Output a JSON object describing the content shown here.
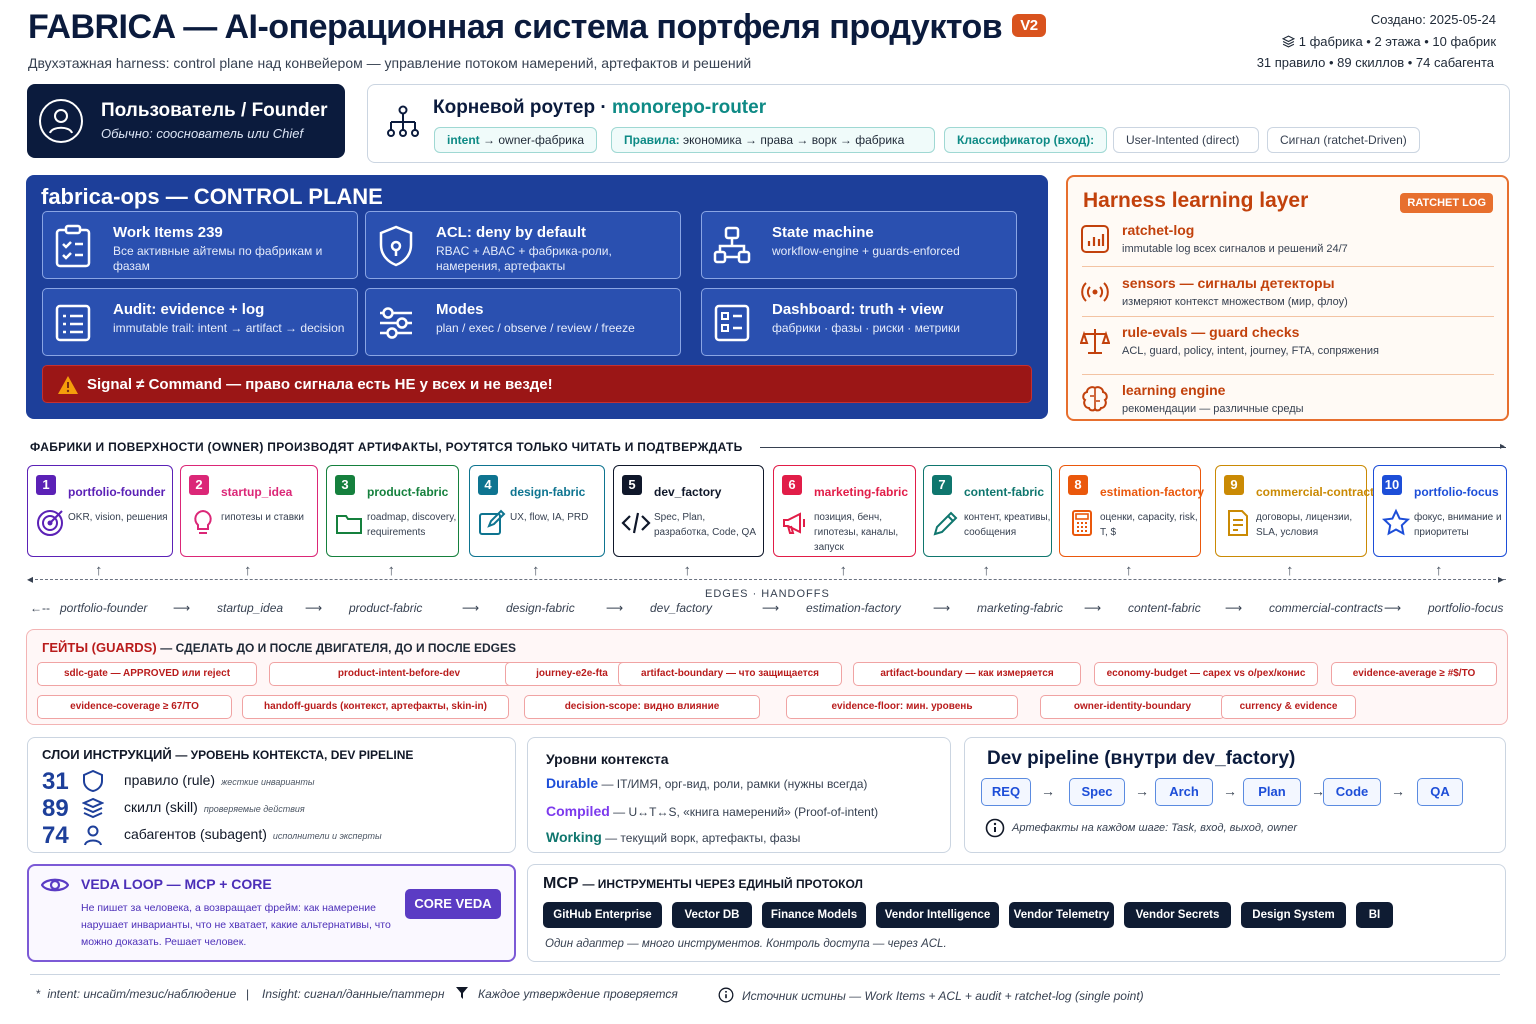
{
  "header": {
    "title": "FABRICA — AI-операционная система портфеля продуктов",
    "version": "V2",
    "subtitle": "Двухэтажная harness: control plane над конвейером — управление потоком намерений, артефактов и решений",
    "created": "Создано: 2025-05-24",
    "stats1": "1 фабрика  •  2 этажа  •  10 фабрик",
    "stats2": "31 правило  •  89 скиллов  •  74 сабагента"
  },
  "founder": {
    "title": "Пользователь / Founder",
    "subtitle": "Обычно: сооснователь или Chief"
  },
  "router": {
    "title": "Корневой роутер ·",
    "name": "monorepo-router",
    "pills": {
      "intent_key": "intent",
      "intent_val": "→ owner-фабрика",
      "rules_key": "Правила:",
      "rules_val": "экономика → права → ворк → фабрика",
      "classifier": "Классификатор (вход):",
      "user_intented": "User-Intented (direct)",
      "signal": "Сигнал (ratchet-Driven)"
    }
  },
  "control_plane": {
    "title": "fabrica-ops — CONTROL PLANE",
    "cards": [
      {
        "title": "Work Items 239",
        "desc": "Все активные айтемы по фабрикам и фазам",
        "icon": "clipboard-check-icon"
      },
      {
        "title": "ACL: deny by default",
        "desc": "RBAC + ABAC + фабрика-роли, намерения, артефакты",
        "icon": "shield-icon"
      },
      {
        "title": "State machine",
        "desc": "workflow-engine + guards-enforced",
        "icon": "workflow-icon"
      },
      {
        "title": "Audit: evidence + log",
        "desc": "immutable trail: intent → artifact → decision",
        "icon": "list-icon"
      },
      {
        "title": "Modes",
        "desc": "plan / exec / observe / review / freeze",
        "icon": "sliders-icon"
      },
      {
        "title": "Dashboard: truth + view",
        "desc": "фабрики · фазы · риски · метрики",
        "icon": "dashboard-icon"
      }
    ],
    "alert": "Signal ≠ Command — право сигнала есть НЕ у всех и не везде!"
  },
  "harness": {
    "title": "Harness learning layer",
    "tag": "RATCHET LOG",
    "items": [
      {
        "title": "ratchet-log",
        "desc": "immutable log всех сигналов и решений 24/7",
        "icon": "chart-icon"
      },
      {
        "title": "sensors — сигналы детекторы",
        "desc": "измеряют контекст множеством (мир, флоу)",
        "icon": "sensor-icon"
      },
      {
        "title": "rule-evals — guard checks",
        "desc": "ACL, guard, policy, intent, journey, FTA, сопряжения",
        "icon": "scale-icon"
      },
      {
        "title": "learning engine",
        "desc": "рекомендации — различные среды",
        "icon": "brain-icon"
      }
    ]
  },
  "factories_section": {
    "title": "ФАБРИКИ И ПОВЕРХНОСТИ (OWNER) ПРОИЗВОДЯТ АРТИФАКТЫ, РОУТЯТСЯ ТОЛЬКО ЧИТАТЬ И ПОДТВЕРЖДАТЬ",
    "factories": [
      {
        "n": "1",
        "name": "portfolio-founder",
        "desc": "OKR, vision, решения",
        "color": "#5b21b6",
        "icon": "target-icon"
      },
      {
        "n": "2",
        "name": "startup_idea",
        "desc": "гипотезы и ставки",
        "color": "#db2777",
        "icon": "lightbulb-icon"
      },
      {
        "n": "3",
        "name": "product-fabric",
        "desc": "roadmap, discovery, requirements",
        "color": "#15803d",
        "icon": "folder-icon"
      },
      {
        "n": "4",
        "name": "design-fabric",
        "desc": "UX, flow, IA, PRD",
        "color": "#0e7490",
        "icon": "pen-square-icon"
      },
      {
        "n": "5",
        "name": "dev_factory",
        "desc": "Spec, Plan, разработка, Code, QA",
        "color": "#0f172a",
        "icon": "code-icon"
      },
      {
        "n": "6",
        "name": "marketing-fabric",
        "desc": "позиция, бенч, гипотезы, каналы, запуск",
        "color": "#e11d48",
        "icon": "megaphone-icon"
      },
      {
        "n": "7",
        "name": "content-fabric",
        "desc": "контент, креативы, сообщения",
        "color": "#0f766e",
        "icon": "pencil-icon"
      },
      {
        "n": "8",
        "name": "estimation-factory",
        "desc": "оценки, capacity, risk, T, $",
        "color": "#ea580c",
        "icon": "calculator-icon"
      },
      {
        "n": "9",
        "name": "commercial-contracts",
        "desc": "договоры, лицензии, SLA, условия",
        "color": "#ca8a04",
        "icon": "contract-icon"
      },
      {
        "n": "10",
        "name": "portfolio-focus",
        "desc": "фокус, внимание и приоритеты",
        "color": "#1d4ed8",
        "icon": "star-icon"
      }
    ],
    "edges_label": "EDGES  ·  HANDOFFS",
    "flow": [
      "portfolio-founder",
      "startup_idea",
      "product-fabric",
      "design-fabric",
      "dev_factory",
      "estimation-factory",
      "marketing-fabric",
      "content-fabric",
      "commercial-contracts",
      "portfolio-focus"
    ]
  },
  "guards": {
    "title": "ГЕЙТЫ (GUARDS)",
    "title_rest": "— СДЕЛАТЬ ДО И ПОСЛЕ ДВИГАТЕЛЯ, ДО И ПОСЛЕ EDGES",
    "row1": [
      "sdlc-gate — APPROVED или reject",
      "product-intent-before-dev",
      "journey-e2e-fta",
      "artifact-boundary — что защищается",
      "artifact-boundary — как измеряется",
      "economy-budget — capex vs o/pex/конис",
      "evidence-average ≥ #$/TO"
    ],
    "row2": [
      "evidence-coverage ≥ 67/TO",
      "handoff-guards (контекст, артефакты, skin-in)",
      "decision-scope: видно влияние",
      "evidence-floor: мин. уровень",
      "owner-identity-boundary",
      "currency & evidence"
    ]
  },
  "layers": {
    "title": "СЛОИ ИНСТРУКЦИЙ",
    "title_rest": "— УРОВЕНЬ КОНТЕКСТА, DEV PIPELINE",
    "items": [
      {
        "num": "31",
        "label": "правило (rule)",
        "small": "жесткие инварианты",
        "icon": "shield-icon"
      },
      {
        "num": "89",
        "label": "скилл (skill)",
        "small": "проверяемые действия",
        "icon": "layers-icon"
      },
      {
        "num": "74",
        "label": "сабагентов (subagent)",
        "small": "исполнители и эксперты",
        "icon": "user-icon"
      }
    ]
  },
  "context": {
    "title": "Уровни контекста",
    "items": [
      {
        "name": "Durable",
        "desc": "— IT/ИМЯ, орг-вид, роли, рамки (нужны всегда)",
        "color": "#1d4ed8"
      },
      {
        "name": "Compiled",
        "desc": "— U↔T↔S, «книга намерений» (Proof-of-intent)",
        "color": "#7c3aed"
      },
      {
        "name": "Working",
        "desc": "— текущий ворк, артефакты, фазы",
        "color": "#0f766e"
      }
    ]
  },
  "pipeline": {
    "title": "Dev pipeline (внутри dev_factory)",
    "steps": [
      "REQ",
      "Spec",
      "Arch",
      "Plan",
      "Code",
      "QA"
    ],
    "note": "Артефакты на каждом шаге: Task, вход, выход, owner"
  },
  "veda": {
    "title": "VEDA LOOP — MCP + CORE",
    "desc": "Не пишет за человека, а возвращает фрейм: как намерение нарушает инварианты, что не хватает, какие альтернативы, что можно доказать. Решает человек.",
    "button": "CORE VEDA"
  },
  "mcp": {
    "title": "MCP",
    "title_rest": "— ИНСТРУМЕНТЫ ЧЕРЕЗ ЕДИНЫЙ ПРОТОКОЛ",
    "tools": [
      "GitHub Enterprise",
      "Vector DB",
      "Finance Models",
      "Vendor Intelligence",
      "Vendor Telemetry",
      "Vendor Secrets",
      "Design System",
      "BI"
    ],
    "note": "Один адаптер — много инструментов. Контроль доступа — через ACL."
  },
  "footer": {
    "f1": "intent: инсайт/тезис/наблюдение",
    "f2": "Insight: сигнал/данные/паттерн",
    "f3": "Каждое утверждение проверяется",
    "f4": "Источник истины — Work Items + ACL + audit + ratchet-log  (single point)"
  }
}
